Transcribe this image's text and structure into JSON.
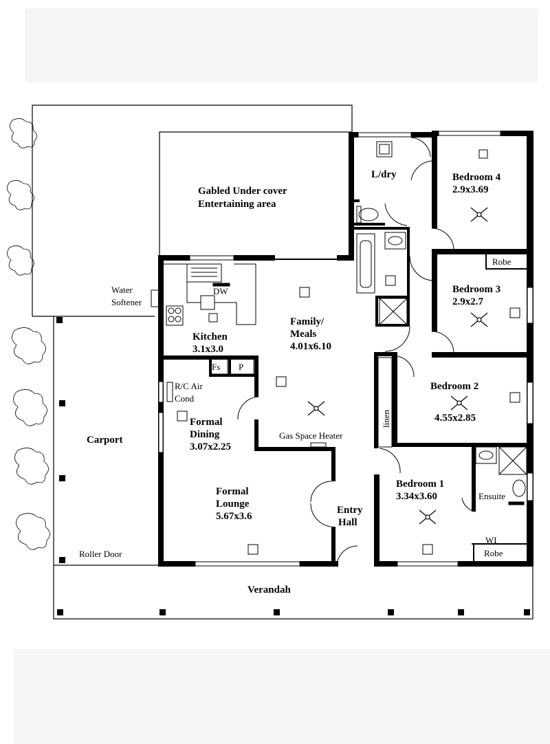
{
  "rooms": {
    "entertaining": {
      "line1": "Gabled Under cover",
      "line2": "Entertaining area"
    },
    "laundry": {
      "name": "L/dry"
    },
    "bedroom4": {
      "name": "Bedroom 4",
      "size": "2.9x3.69"
    },
    "bedroom3": {
      "name": "Bedroom 3",
      "size": "2.9x2.7"
    },
    "robe_b3": {
      "name": "Robe"
    },
    "bedroom2": {
      "name": "Bedroom 2",
      "size": "4.55x2.85"
    },
    "bedroom1": {
      "name": "Bedroom 1",
      "size": "3.34x3.60"
    },
    "ensuite": {
      "name": "Ensuite"
    },
    "wi_robe": {
      "line1": "WI",
      "line2": "Robe"
    },
    "kitchen": {
      "name": "Kitchen",
      "size": "3.1x3.0"
    },
    "family": {
      "line1": "Family/",
      "line2": "Meals",
      "size": "4.01x6.10"
    },
    "dining": {
      "line1": "Formal",
      "line2": "Dining",
      "size": "3.07x2.25"
    },
    "lounge": {
      "line1": "Formal",
      "line2": "Lounge",
      "size": "5.67x3.6"
    },
    "entry": {
      "line1": "Entry",
      "line2": "Hall"
    },
    "carport": {
      "name": "Carport",
      "door": "Roller Door"
    },
    "verandah": {
      "name": "Verandah"
    }
  },
  "fixtures": {
    "dw": "DW",
    "fs": "Fs",
    "p": "P",
    "water_softener_1": "Water",
    "water_softener_2": "Softener",
    "air_cond_1": "R/C Air",
    "air_cond_2": "Cond",
    "gas_heater": "Gas Space Heater",
    "linen": "linen"
  }
}
